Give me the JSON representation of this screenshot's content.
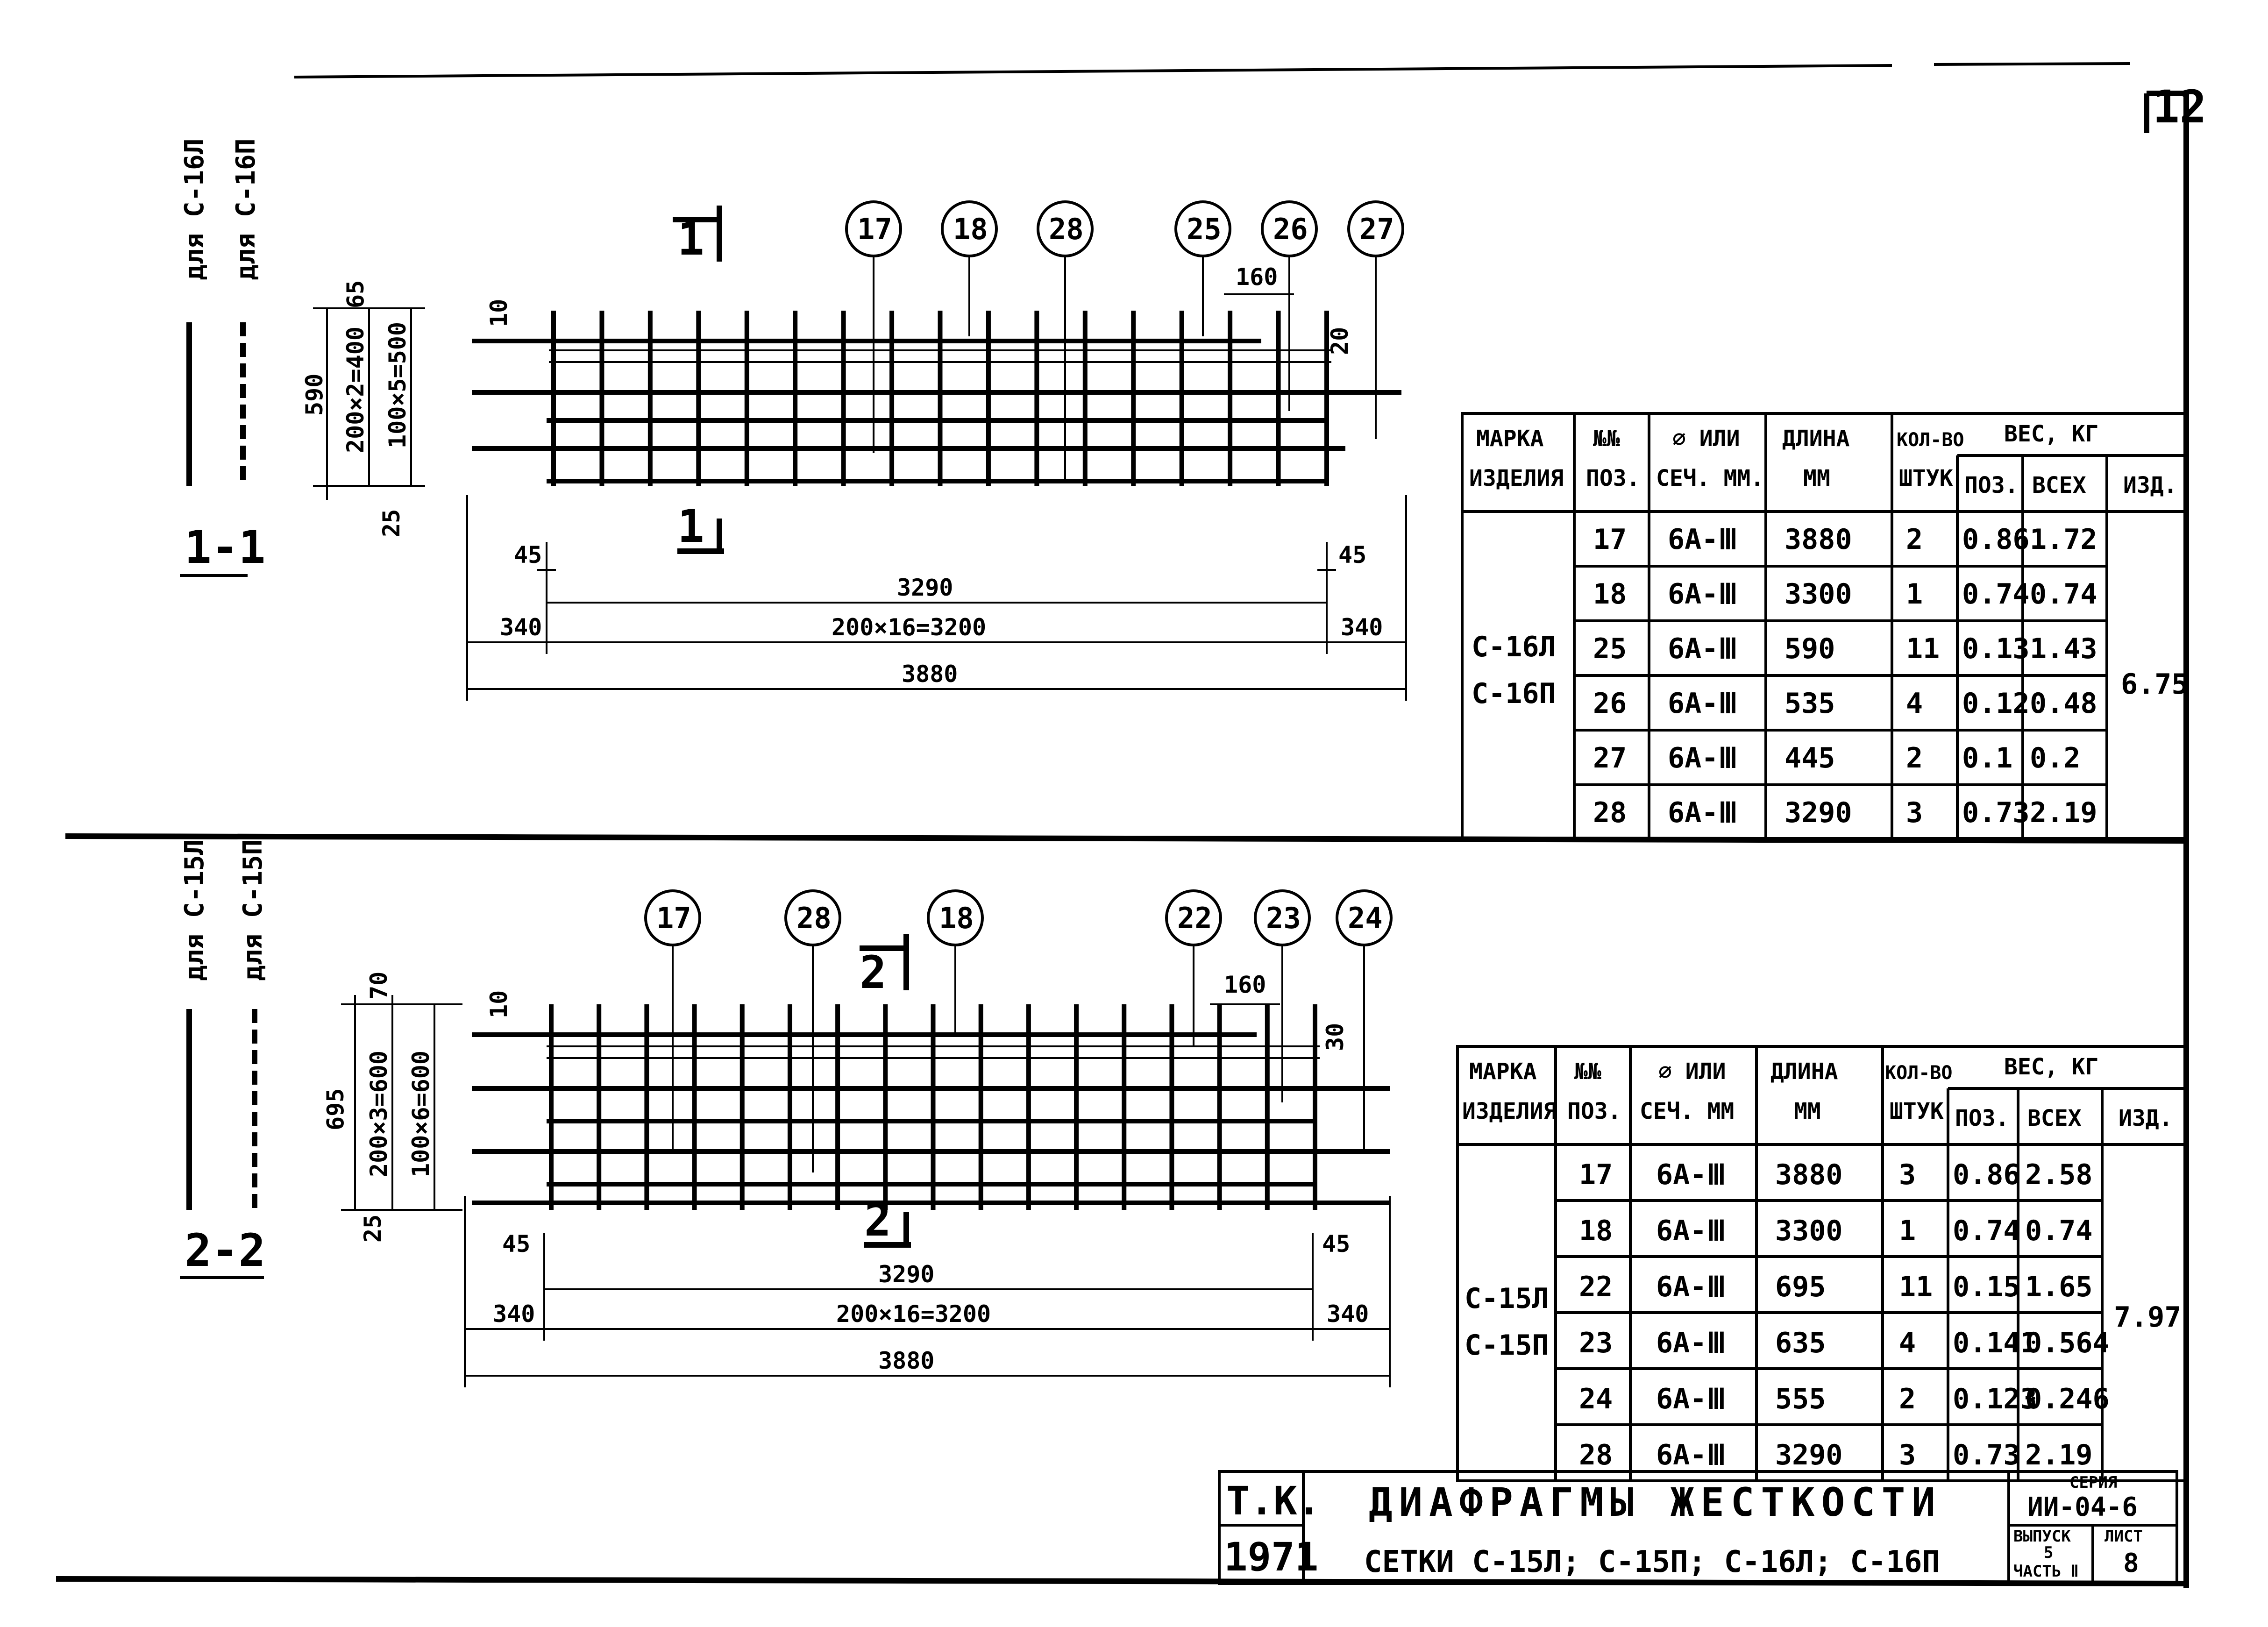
{
  "sheet_number": "12",
  "top": {
    "side_labels": [
      "для С-16Л",
      "для С-16П"
    ],
    "section_mark": "1-1",
    "cut_mark": "1",
    "callouts": [
      "17",
      "18",
      "28",
      "25",
      "26",
      "27"
    ],
    "dims": {
      "top_gap": "10",
      "pitch": "160",
      "right_gap": "20",
      "overall_h": "590",
      "outer_a": "200×2=400",
      "outer_b": "100×5=500",
      "top_off": "65",
      "bottom_off": "25",
      "end_left": "45",
      "end_right": "45",
      "inner": "3290",
      "span": "200×16=3200",
      "side_left": "340",
      "side_right": "340",
      "total": "3880"
    },
    "table": {
      "h_mark": "МАРКА",
      "h_mark2": "ИЗДЕЛИЯ",
      "h_pos": "№№",
      "h_pos2": "ПОЗ.",
      "h_dia": "⌀ ИЛИ",
      "h_dia2": "СЕЧ. ММ.",
      "h_len": "ДЛИНА",
      "h_len2": "ММ",
      "h_qty": "КОЛ-ВО",
      "h_qty2": "ШТУК",
      "h_weight": "ВЕС, КГ",
      "h_w_pos": "ПОЗ.",
      "h_w_all": "ВСЕХ",
      "h_w_item": "ИЗД.",
      "marks": [
        "С-16Л",
        "С-16П"
      ],
      "item_weight": "6.75",
      "rows": [
        {
          "pos": "17",
          "dia": "6А-Ⅲ",
          "len": "3880",
          "qty": "2",
          "wpos": "0.86",
          "wall": "1.72"
        },
        {
          "pos": "18",
          "dia": "6А-Ⅲ",
          "len": "3300",
          "qty": "1",
          "wpos": "0.74",
          "wall": "0.74"
        },
        {
          "pos": "25",
          "dia": "6А-Ⅲ",
          "len": "590",
          "qty": "11",
          "wpos": "0.13",
          "wall": "1.43"
        },
        {
          "pos": "26",
          "dia": "6А-Ⅲ",
          "len": "535",
          "qty": "4",
          "wpos": "0.12",
          "wall": "0.48"
        },
        {
          "pos": "27",
          "dia": "6А-Ⅲ",
          "len": "445",
          "qty": "2",
          "wpos": "0.1",
          "wall": "0.2"
        },
        {
          "pos": "28",
          "dia": "6А-Ⅲ",
          "len": "3290",
          "qty": "3",
          "wpos": "0.73",
          "wall": "2.19"
        }
      ]
    }
  },
  "bottom": {
    "side_labels": [
      "для С-15Л",
      "для С-15П"
    ],
    "section_mark": "2-2",
    "cut_mark": "2",
    "callouts": [
      "17",
      "28",
      "18",
      "22",
      "23",
      "24"
    ],
    "dims": {
      "top_gap": "10",
      "pitch": "160",
      "right_gap": "30",
      "overall_h": "695",
      "outer_a": "200×3=600",
      "outer_b": "100×6=600",
      "top_off": "70",
      "bottom_off": "25",
      "end_left": "45",
      "end_right": "45",
      "inner": "3290",
      "span": "200×16=3200",
      "side_left": "340",
      "side_right": "340",
      "total": "3880"
    },
    "table": {
      "h_mark": "МАРКА",
      "h_mark2": "ИЗДЕЛИЯ",
      "h_pos": "№№",
      "h_pos2": "ПОЗ.",
      "h_dia": "⌀ ИЛИ",
      "h_dia2": "СЕЧ. ММ",
      "h_len": "ДЛИНА",
      "h_len2": "ММ",
      "h_qty": "КОЛ-ВО",
      "h_qty2": "ШТУК",
      "h_weight": "ВЕС, КГ",
      "h_w_pos": "ПОЗ.",
      "h_w_all": "ВСЕХ",
      "h_w_item": "ИЗД.",
      "marks": [
        "С-15Л",
        "С-15П"
      ],
      "item_weight": "7.97",
      "rows": [
        {
          "pos": "17",
          "dia": "6А-Ⅲ",
          "len": "3880",
          "qty": "3",
          "wpos": "0.86",
          "wall": "2.58"
        },
        {
          "pos": "18",
          "dia": "6А-Ⅲ",
          "len": "3300",
          "qty": "1",
          "wpos": "0.74",
          "wall": "0.74"
        },
        {
          "pos": "22",
          "dia": "6А-Ⅲ",
          "len": "695",
          "qty": "11",
          "wpos": "0.15",
          "wall": "1.65"
        },
        {
          "pos": "23",
          "dia": "6А-Ⅲ",
          "len": "635",
          "qty": "4",
          "wpos": "0.141",
          "wall": "0.564"
        },
        {
          "pos": "24",
          "dia": "6А-Ⅲ",
          "len": "555",
          "qty": "2",
          "wpos": "0.123",
          "wall": "0.246"
        },
        {
          "pos": "28",
          "dia": "6А-Ⅲ",
          "len": "3290",
          "qty": "3",
          "wpos": "0.73",
          "wall": "2.19"
        }
      ]
    }
  },
  "stamp": {
    "org": "Т.К.",
    "year": "1971",
    "title": "ДИАФРАГМЫ ЖЕСТКОСТИ",
    "subtitle": "СЕТКИ С-15Л; С-15П; С-16Л; С-16П",
    "series_label": "СЕРИЯ",
    "series": "ИИ-04-6",
    "issue_label": "ВЫПУСК",
    "issue": "5",
    "part": "ЧАСТЬ Ⅱ",
    "sheet_label": "ЛИСТ",
    "sheet": "8"
  }
}
